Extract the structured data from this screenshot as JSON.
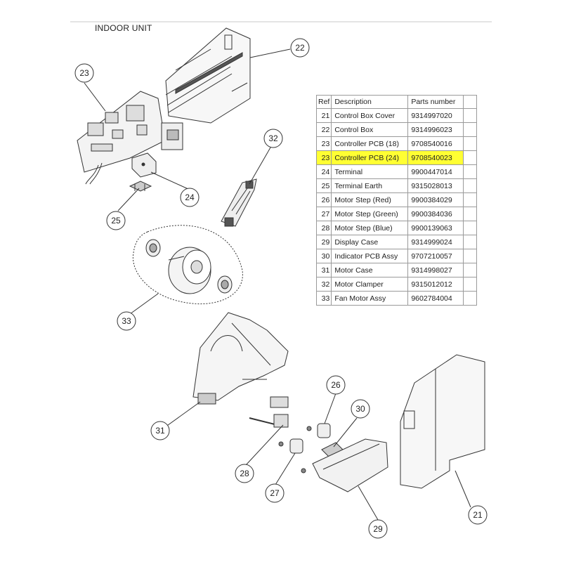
{
  "page": {
    "title": "INDOOR UNIT",
    "highlight_color": "#ffff33"
  },
  "table": {
    "headers": {
      "ref": "Ref",
      "description": "Description",
      "parts_number": "Parts number"
    },
    "highlighted_ref": "23",
    "rows": [
      {
        "ref": "21",
        "description": "Control Box Cover",
        "parts_number": "9314997020"
      },
      {
        "ref": "22",
        "description": "Control Box",
        "parts_number": "9314996023"
      },
      {
        "ref": "23",
        "description": "Controller PCB (18)",
        "parts_number": "9708540016"
      },
      {
        "ref": "23",
        "description": "Controller PCB (24)",
        "parts_number": "9708540023"
      },
      {
        "ref": "24",
        "description": "Terminal",
        "parts_number": "9900447014"
      },
      {
        "ref": "25",
        "description": "Terminal Earth",
        "parts_number": "9315028013"
      },
      {
        "ref": "26",
        "description": "Motor Step (Red)",
        "parts_number": "9900384029"
      },
      {
        "ref": "27",
        "description": "Motor Step (Green)",
        "parts_number": "9900384036"
      },
      {
        "ref": "28",
        "description": "Motor Step (Blue)",
        "parts_number": "9900139063"
      },
      {
        "ref": "29",
        "description": "Display Case",
        "parts_number": "9314999024"
      },
      {
        "ref": "30",
        "description": "Indicator PCB Assy",
        "parts_number": "9707210057"
      },
      {
        "ref": "31",
        "description": "Motor Case",
        "parts_number": "9314998027"
      },
      {
        "ref": "32",
        "description": "Motor Clamper",
        "parts_number": "9315012012"
      },
      {
        "ref": "33",
        "description": "Fan Motor Assy",
        "parts_number": "9602784004"
      }
    ]
  },
  "callouts": {
    "c21": "21",
    "c22": "22",
    "c23": "23",
    "c24": "24",
    "c25": "25",
    "c26": "26",
    "c27": "27",
    "c28": "28",
    "c29": "29",
    "c30": "30",
    "c31": "31",
    "c32": "32",
    "c33": "33"
  }
}
